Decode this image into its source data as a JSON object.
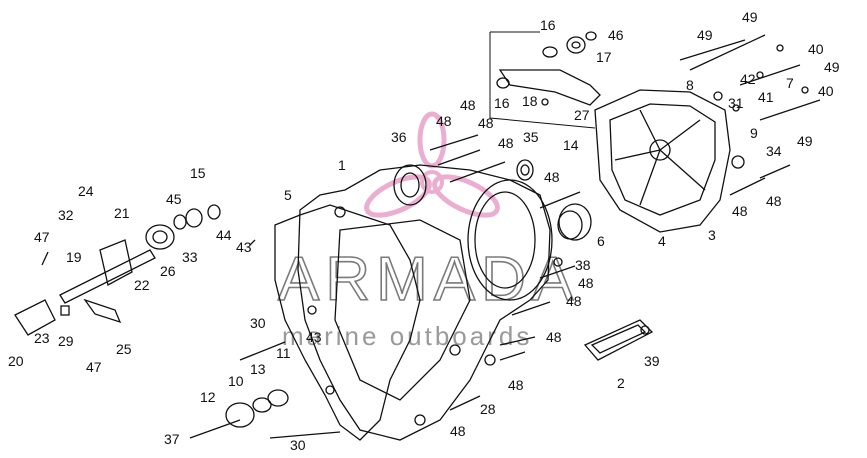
{
  "watermark": {
    "brand": "ARMADA",
    "tagline": "marine outboards",
    "accent_color": "#e9a0c8"
  },
  "callouts": [
    {
      "id": "c1",
      "text": "1"
    },
    {
      "id": "c2",
      "text": "2"
    },
    {
      "id": "c3",
      "text": "3"
    },
    {
      "id": "c4",
      "text": "4"
    },
    {
      "id": "c5",
      "text": "5"
    },
    {
      "id": "c6",
      "text": "6"
    },
    {
      "id": "c7",
      "text": "7"
    },
    {
      "id": "c8",
      "text": "8"
    },
    {
      "id": "c9",
      "text": "9"
    },
    {
      "id": "c10",
      "text": "10"
    },
    {
      "id": "c11",
      "text": "11"
    },
    {
      "id": "c12",
      "text": "12"
    },
    {
      "id": "c13",
      "text": "13"
    },
    {
      "id": "c14",
      "text": "14"
    },
    {
      "id": "c15",
      "text": "15"
    },
    {
      "id": "c16a",
      "text": "16"
    },
    {
      "id": "c16b",
      "text": "16"
    },
    {
      "id": "c17",
      "text": "17"
    },
    {
      "id": "c18",
      "text": "18"
    },
    {
      "id": "c19",
      "text": "19"
    },
    {
      "id": "c20",
      "text": "20"
    },
    {
      "id": "c21",
      "text": "21"
    },
    {
      "id": "c22",
      "text": "22"
    },
    {
      "id": "c23",
      "text": "23"
    },
    {
      "id": "c24",
      "text": "24"
    },
    {
      "id": "c25",
      "text": "25"
    },
    {
      "id": "c26",
      "text": "26"
    },
    {
      "id": "c27",
      "text": "27"
    },
    {
      "id": "c28",
      "text": "28"
    },
    {
      "id": "c29",
      "text": "29"
    },
    {
      "id": "c30a",
      "text": "30"
    },
    {
      "id": "c30b",
      "text": "30"
    },
    {
      "id": "c31",
      "text": "31"
    },
    {
      "id": "c32",
      "text": "32"
    },
    {
      "id": "c33",
      "text": "33"
    },
    {
      "id": "c34",
      "text": "34"
    },
    {
      "id": "c35",
      "text": "35"
    },
    {
      "id": "c36",
      "text": "36"
    },
    {
      "id": "c37",
      "text": "37"
    },
    {
      "id": "c38",
      "text": "38"
    },
    {
      "id": "c39",
      "text": "39"
    },
    {
      "id": "c40a",
      "text": "40"
    },
    {
      "id": "c40b",
      "text": "40"
    },
    {
      "id": "c41",
      "text": "41"
    },
    {
      "id": "c42",
      "text": "42"
    },
    {
      "id": "c43a",
      "text": "43"
    },
    {
      "id": "c43b",
      "text": "43"
    },
    {
      "id": "c44",
      "text": "44"
    },
    {
      "id": "c45",
      "text": "45"
    },
    {
      "id": "c46",
      "text": "46"
    },
    {
      "id": "c47a",
      "text": "47"
    },
    {
      "id": "c47b",
      "text": "47"
    },
    {
      "id": "c48a",
      "text": "48"
    },
    {
      "id": "c48b",
      "text": "48"
    },
    {
      "id": "c48c",
      "text": "48"
    },
    {
      "id": "c48d",
      "text": "48"
    },
    {
      "id": "c48e",
      "text": "48"
    },
    {
      "id": "c48f",
      "text": "48"
    },
    {
      "id": "c48g",
      "text": "48"
    },
    {
      "id": "c48h",
      "text": "48"
    },
    {
      "id": "c48i",
      "text": "48"
    },
    {
      "id": "c48j",
      "text": "48"
    },
    {
      "id": "c48k",
      "text": "48"
    },
    {
      "id": "c48l",
      "text": "48"
    },
    {
      "id": "c49a",
      "text": "49"
    },
    {
      "id": "c49b",
      "text": "49"
    },
    {
      "id": "c49c",
      "text": "49"
    },
    {
      "id": "c49d",
      "text": "49"
    }
  ]
}
